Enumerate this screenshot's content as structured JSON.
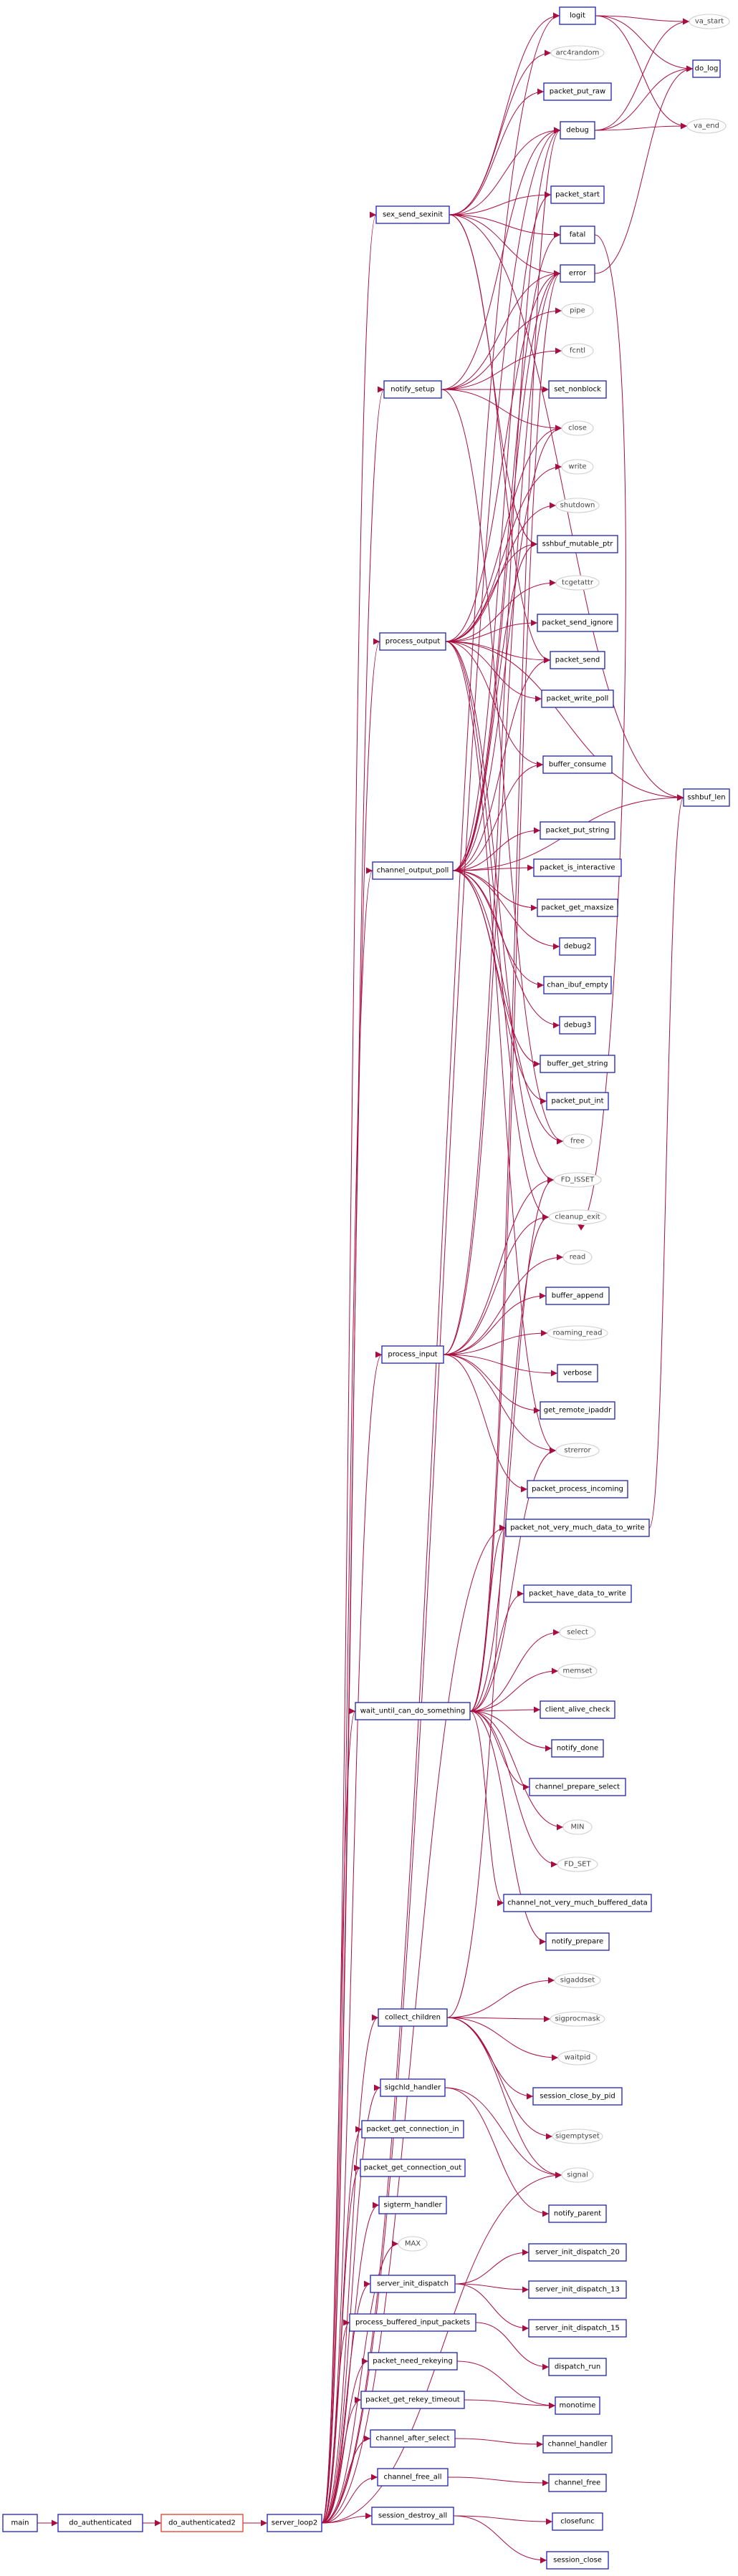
{
  "graph": {
    "title": "",
    "colors": {
      "edge": "#a80f40",
      "node_border": "#1d20b8",
      "highlight_border": "#e33a2c",
      "external_border": "#d0d0d0"
    },
    "nodes": [
      {
        "id": "main",
        "label": "main",
        "kind": "fn"
      },
      {
        "id": "do_authenticated",
        "label": "do_authenticated",
        "kind": "fn"
      },
      {
        "id": "do_authenticated2",
        "label": "do_authenticated2",
        "kind": "current"
      },
      {
        "id": "server_loop2",
        "label": "server_loop2",
        "kind": "fn"
      },
      {
        "id": "logit",
        "label": "logit",
        "kind": "fn"
      },
      {
        "id": "va_start",
        "label": "va_start",
        "kind": "ext"
      },
      {
        "id": "arc4random",
        "label": "arc4random",
        "kind": "ext"
      },
      {
        "id": "do_log",
        "label": "do_log",
        "kind": "fn"
      },
      {
        "id": "packet_put_raw",
        "label": "packet_put_raw",
        "kind": "fn"
      },
      {
        "id": "debug",
        "label": "debug",
        "kind": "fn"
      },
      {
        "id": "va_end",
        "label": "va_end",
        "kind": "ext"
      },
      {
        "id": "sex_send_sexinit",
        "label": "sex_send_sexinit",
        "kind": "fn"
      },
      {
        "id": "packet_start",
        "label": "packet_start",
        "kind": "fn"
      },
      {
        "id": "fatal",
        "label": "fatal",
        "kind": "fn"
      },
      {
        "id": "error",
        "label": "error",
        "kind": "fn"
      },
      {
        "id": "pipe",
        "label": "pipe",
        "kind": "ext"
      },
      {
        "id": "fcntl",
        "label": "fcntl",
        "kind": "ext"
      },
      {
        "id": "notify_setup",
        "label": "notify_setup",
        "kind": "fn"
      },
      {
        "id": "set_nonblock",
        "label": "set_nonblock",
        "kind": "fn"
      },
      {
        "id": "close",
        "label": "close",
        "kind": "ext"
      },
      {
        "id": "write",
        "label": "write",
        "kind": "ext"
      },
      {
        "id": "shutdown",
        "label": "shutdown",
        "kind": "ext"
      },
      {
        "id": "sshbuf_mutable_ptr",
        "label": "sshbuf_mutable_ptr",
        "kind": "fn"
      },
      {
        "id": "tcgetattr",
        "label": "tcgetattr",
        "kind": "ext"
      },
      {
        "id": "process_output",
        "label": "process_output",
        "kind": "fn"
      },
      {
        "id": "packet_send_ignore",
        "label": "packet_send_ignore",
        "kind": "fn"
      },
      {
        "id": "packet_send",
        "label": "packet_send",
        "kind": "fn"
      },
      {
        "id": "packet_write_poll",
        "label": "packet_write_poll",
        "kind": "fn"
      },
      {
        "id": "buffer_consume",
        "label": "buffer_consume",
        "kind": "fn"
      },
      {
        "id": "sshbuf_len",
        "label": "sshbuf_len",
        "kind": "fn"
      },
      {
        "id": "packet_put_string",
        "label": "packet_put_string",
        "kind": "fn"
      },
      {
        "id": "channel_output_poll",
        "label": "channel_output_poll",
        "kind": "fn"
      },
      {
        "id": "packet_is_interactive",
        "label": "packet_is_interactive",
        "kind": "fn"
      },
      {
        "id": "packet_get_maxsize",
        "label": "packet_get_maxsize",
        "kind": "fn"
      },
      {
        "id": "debug2",
        "label": "debug2",
        "kind": "fn"
      },
      {
        "id": "chan_ibuf_empty",
        "label": "chan_ibuf_empty",
        "kind": "fn"
      },
      {
        "id": "debug3",
        "label": "debug3",
        "kind": "fn"
      },
      {
        "id": "buffer_get_string",
        "label": "buffer_get_string",
        "kind": "fn"
      },
      {
        "id": "packet_put_int",
        "label": "packet_put_int",
        "kind": "fn"
      },
      {
        "id": "free",
        "label": "free",
        "kind": "ext"
      },
      {
        "id": "FD_ISSET",
        "label": "FD_ISSET",
        "kind": "ext"
      },
      {
        "id": "cleanup_exit",
        "label": "cleanup_exit",
        "kind": "ext"
      },
      {
        "id": "read",
        "label": "read",
        "kind": "ext"
      },
      {
        "id": "buffer_append",
        "label": "buffer_append",
        "kind": "fn"
      },
      {
        "id": "roaming_read",
        "label": "roaming_read",
        "kind": "ext"
      },
      {
        "id": "process_input",
        "label": "process_input",
        "kind": "fn"
      },
      {
        "id": "verbose",
        "label": "verbose",
        "kind": "fn"
      },
      {
        "id": "get_remote_ipaddr",
        "label": "get_remote_ipaddr",
        "kind": "fn"
      },
      {
        "id": "strerror",
        "label": "strerror",
        "kind": "ext"
      },
      {
        "id": "packet_process_incoming",
        "label": "packet_process_incoming",
        "kind": "fn"
      },
      {
        "id": "packet_not_very_much_data_to_write",
        "label": "packet_not_very_much_data_to_write",
        "kind": "fn"
      },
      {
        "id": "packet_have_data_to_write",
        "label": "packet_have_data_to_write",
        "kind": "fn"
      },
      {
        "id": "select",
        "label": "select",
        "kind": "ext"
      },
      {
        "id": "memset",
        "label": "memset",
        "kind": "ext"
      },
      {
        "id": "wait_until_can_do_something",
        "label": "wait_until_can_do_something",
        "kind": "fn"
      },
      {
        "id": "client_alive_check",
        "label": "client_alive_check",
        "kind": "fn"
      },
      {
        "id": "notify_done",
        "label": "notify_done",
        "kind": "fn"
      },
      {
        "id": "channel_prepare_select",
        "label": "channel_prepare_select",
        "kind": "fn"
      },
      {
        "id": "MIN",
        "label": "MIN",
        "kind": "ext"
      },
      {
        "id": "FD_SET",
        "label": "FD_SET",
        "kind": "ext"
      },
      {
        "id": "channel_not_very_much_buffered_data",
        "label": "channel_not_very_much_buffered_data",
        "kind": "fn"
      },
      {
        "id": "notify_prepare",
        "label": "notify_prepare",
        "kind": "fn"
      },
      {
        "id": "sigaddset",
        "label": "sigaddset",
        "kind": "ext"
      },
      {
        "id": "sigprocmask",
        "label": "sigprocmask",
        "kind": "ext"
      },
      {
        "id": "collect_children",
        "label": "collect_children",
        "kind": "fn"
      },
      {
        "id": "waitpid",
        "label": "waitpid",
        "kind": "ext"
      },
      {
        "id": "session_close_by_pid",
        "label": "session_close_by_pid",
        "kind": "fn"
      },
      {
        "id": "sigchld_handler",
        "label": "sigchld_handler",
        "kind": "fn"
      },
      {
        "id": "sigemptyset",
        "label": "sigemptyset",
        "kind": "ext"
      },
      {
        "id": "packet_get_connection_in",
        "label": "packet_get_connection_in",
        "kind": "fn"
      },
      {
        "id": "signal",
        "label": "signal",
        "kind": "ext"
      },
      {
        "id": "packet_get_connection_out",
        "label": "packet_get_connection_out",
        "kind": "fn"
      },
      {
        "id": "notify_parent",
        "label": "notify_parent",
        "kind": "fn"
      },
      {
        "id": "sigterm_handler",
        "label": "sigterm_handler",
        "kind": "fn"
      },
      {
        "id": "MAX",
        "label": "MAX",
        "kind": "ext"
      },
      {
        "id": "server_init_dispatch_20",
        "label": "server_init_dispatch_20",
        "kind": "fn"
      },
      {
        "id": "server_init_dispatch",
        "label": "server_init_dispatch",
        "kind": "fn"
      },
      {
        "id": "server_init_dispatch_13",
        "label": "server_init_dispatch_13",
        "kind": "fn"
      },
      {
        "id": "server_init_dispatch_15",
        "label": "server_init_dispatch_15",
        "kind": "fn"
      },
      {
        "id": "process_buffered_input_packets",
        "label": "process_buffered_input_packets",
        "kind": "fn"
      },
      {
        "id": "dispatch_run",
        "label": "dispatch_run",
        "kind": "fn"
      },
      {
        "id": "packet_need_rekeying",
        "label": "packet_need_rekeying",
        "kind": "fn"
      },
      {
        "id": "monotime",
        "label": "monotime",
        "kind": "fn"
      },
      {
        "id": "packet_get_rekey_timeout",
        "label": "packet_get_rekey_timeout",
        "kind": "fn"
      },
      {
        "id": "channel_after_select",
        "label": "channel_after_select",
        "kind": "fn"
      },
      {
        "id": "channel_handler",
        "label": "channel_handler",
        "kind": "fn"
      },
      {
        "id": "channel_free_all",
        "label": "channel_free_all",
        "kind": "fn"
      },
      {
        "id": "channel_free",
        "label": "channel_free",
        "kind": "fn"
      },
      {
        "id": "session_destroy_all",
        "label": "session_destroy_all",
        "kind": "fn"
      },
      {
        "id": "closefunc",
        "label": "closefunc",
        "kind": "fn"
      },
      {
        "id": "session_close",
        "label": "session_close",
        "kind": "fn"
      }
    ],
    "edges": [
      [
        "main",
        "do_authenticated"
      ],
      [
        "do_authenticated",
        "do_authenticated2"
      ],
      [
        "do_authenticated2",
        "server_loop2"
      ],
      [
        "server_loop2",
        "logit"
      ],
      [
        "server_loop2",
        "debug"
      ],
      [
        "server_loop2",
        "sex_send_sexinit"
      ],
      [
        "server_loop2",
        "notify_setup"
      ],
      [
        "server_loop2",
        "process_output"
      ],
      [
        "server_loop2",
        "channel_output_poll"
      ],
      [
        "server_loop2",
        "process_input"
      ],
      [
        "server_loop2",
        "wait_until_can_do_something"
      ],
      [
        "server_loop2",
        "collect_children"
      ],
      [
        "server_loop2",
        "sigchld_handler"
      ],
      [
        "server_loop2",
        "packet_get_connection_in"
      ],
      [
        "server_loop2",
        "packet_get_connection_out"
      ],
      [
        "server_loop2",
        "sigterm_handler"
      ],
      [
        "server_loop2",
        "MAX"
      ],
      [
        "server_loop2",
        "server_init_dispatch"
      ],
      [
        "server_loop2",
        "process_buffered_input_packets"
      ],
      [
        "server_loop2",
        "packet_need_rekeying"
      ],
      [
        "server_loop2",
        "packet_get_rekey_timeout"
      ],
      [
        "server_loop2",
        "channel_after_select"
      ],
      [
        "server_loop2",
        "channel_free_all"
      ],
      [
        "server_loop2",
        "session_destroy_all"
      ],
      [
        "server_loop2",
        "signal"
      ],
      [
        "server_loop2",
        "packet_not_very_much_data_to_write"
      ],
      [
        "logit",
        "va_start"
      ],
      [
        "logit",
        "do_log"
      ],
      [
        "logit",
        "va_end"
      ],
      [
        "debug",
        "va_start"
      ],
      [
        "debug",
        "do_log"
      ],
      [
        "debug",
        "va_end"
      ],
      [
        "fatal",
        "cleanup_exit"
      ],
      [
        "error",
        "do_log"
      ],
      [
        "sex_send_sexinit",
        "logit"
      ],
      [
        "sex_send_sexinit",
        "arc4random"
      ],
      [
        "sex_send_sexinit",
        "packet_put_raw"
      ],
      [
        "sex_send_sexinit",
        "debug"
      ],
      [
        "sex_send_sexinit",
        "packet_start"
      ],
      [
        "sex_send_sexinit",
        "fatal"
      ],
      [
        "sex_send_sexinit",
        "error"
      ],
      [
        "sex_send_sexinit",
        "sshbuf_mutable_ptr"
      ],
      [
        "sex_send_sexinit",
        "packet_send"
      ],
      [
        "sex_send_sexinit",
        "sshbuf_len"
      ],
      [
        "notify_setup",
        "debug"
      ],
      [
        "notify_setup",
        "error"
      ],
      [
        "notify_setup",
        "pipe"
      ],
      [
        "notify_setup",
        "fcntl"
      ],
      [
        "notify_setup",
        "set_nonblock"
      ],
      [
        "notify_setup",
        "close"
      ],
      [
        "notify_setup",
        "free"
      ],
      [
        "process_output",
        "write"
      ],
      [
        "process_output",
        "shutdown"
      ],
      [
        "process_output",
        "sshbuf_mutable_ptr"
      ],
      [
        "process_output",
        "tcgetattr"
      ],
      [
        "process_output",
        "packet_send_ignore"
      ],
      [
        "process_output",
        "packet_send"
      ],
      [
        "process_output",
        "packet_write_poll"
      ],
      [
        "process_output",
        "buffer_consume"
      ],
      [
        "process_output",
        "sshbuf_len"
      ],
      [
        "process_output",
        "FD_ISSET"
      ],
      [
        "process_output",
        "strerror"
      ],
      [
        "process_output",
        "close"
      ],
      [
        "process_output",
        "error"
      ],
      [
        "process_output",
        "cleanup_exit"
      ],
      [
        "channel_output_poll",
        "packet_start"
      ],
      [
        "channel_output_poll",
        "fatal"
      ],
      [
        "channel_output_poll",
        "error"
      ],
      [
        "channel_output_poll",
        "close"
      ],
      [
        "channel_output_poll",
        "sshbuf_mutable_ptr"
      ],
      [
        "channel_output_poll",
        "packet_send"
      ],
      [
        "channel_output_poll",
        "buffer_consume"
      ],
      [
        "channel_output_poll",
        "sshbuf_len"
      ],
      [
        "channel_output_poll",
        "packet_put_string"
      ],
      [
        "channel_output_poll",
        "packet_is_interactive"
      ],
      [
        "channel_output_poll",
        "packet_get_maxsize"
      ],
      [
        "channel_output_poll",
        "debug2"
      ],
      [
        "channel_output_poll",
        "chan_ibuf_empty"
      ],
      [
        "channel_output_poll",
        "debug3"
      ],
      [
        "channel_output_poll",
        "buffer_get_string"
      ],
      [
        "channel_output_poll",
        "packet_put_int"
      ],
      [
        "channel_output_poll",
        "free"
      ],
      [
        "process_input",
        "cleanup_exit"
      ],
      [
        "process_input",
        "read"
      ],
      [
        "process_input",
        "buffer_append"
      ],
      [
        "process_input",
        "roaming_read"
      ],
      [
        "process_input",
        "verbose"
      ],
      [
        "process_input",
        "get_remote_ipaddr"
      ],
      [
        "process_input",
        "strerror"
      ],
      [
        "process_input",
        "packet_process_incoming"
      ],
      [
        "process_input",
        "FD_ISSET"
      ],
      [
        "process_input",
        "error"
      ],
      [
        "process_input",
        "debug"
      ],
      [
        "packet_not_very_much_data_to_write",
        "sshbuf_len"
      ],
      [
        "wait_until_can_do_something",
        "packet_not_very_much_data_to_write"
      ],
      [
        "wait_until_can_do_something",
        "packet_have_data_to_write"
      ],
      [
        "wait_until_can_do_something",
        "select"
      ],
      [
        "wait_until_can_do_something",
        "memset"
      ],
      [
        "wait_until_can_do_something",
        "client_alive_check"
      ],
      [
        "wait_until_can_do_something",
        "notify_done"
      ],
      [
        "wait_until_can_do_something",
        "channel_prepare_select"
      ],
      [
        "wait_until_can_do_something",
        "MIN"
      ],
      [
        "wait_until_can_do_something",
        "FD_SET"
      ],
      [
        "wait_until_can_do_something",
        "channel_not_very_much_buffered_data"
      ],
      [
        "wait_until_can_do_something",
        "notify_prepare"
      ],
      [
        "wait_until_can_do_something",
        "strerror"
      ],
      [
        "wait_until_can_do_something",
        "error"
      ],
      [
        "wait_until_can_do_something",
        "debug"
      ],
      [
        "wait_until_can_do_something",
        "FD_ISSET"
      ],
      [
        "collect_children",
        "sigaddset"
      ],
      [
        "collect_children",
        "sigprocmask"
      ],
      [
        "collect_children",
        "waitpid"
      ],
      [
        "collect_children",
        "session_close_by_pid"
      ],
      [
        "collect_children",
        "sigemptyset"
      ],
      [
        "collect_children",
        "signal"
      ],
      [
        "collect_children",
        "cleanup_exit"
      ],
      [
        "sigchld_handler",
        "signal"
      ],
      [
        "sigchld_handler",
        "notify_parent"
      ],
      [
        "server_init_dispatch",
        "server_init_dispatch_20"
      ],
      [
        "server_init_dispatch",
        "server_init_dispatch_13"
      ],
      [
        "server_init_dispatch",
        "server_init_dispatch_15"
      ],
      [
        "process_buffered_input_packets",
        "dispatch_run"
      ],
      [
        "packet_need_rekeying",
        "monotime"
      ],
      [
        "packet_get_rekey_timeout",
        "monotime"
      ],
      [
        "channel_after_select",
        "channel_handler"
      ],
      [
        "channel_free_all",
        "channel_free"
      ],
      [
        "session_destroy_all",
        "closefunc"
      ],
      [
        "session_destroy_all",
        "session_close"
      ]
    ]
  }
}
